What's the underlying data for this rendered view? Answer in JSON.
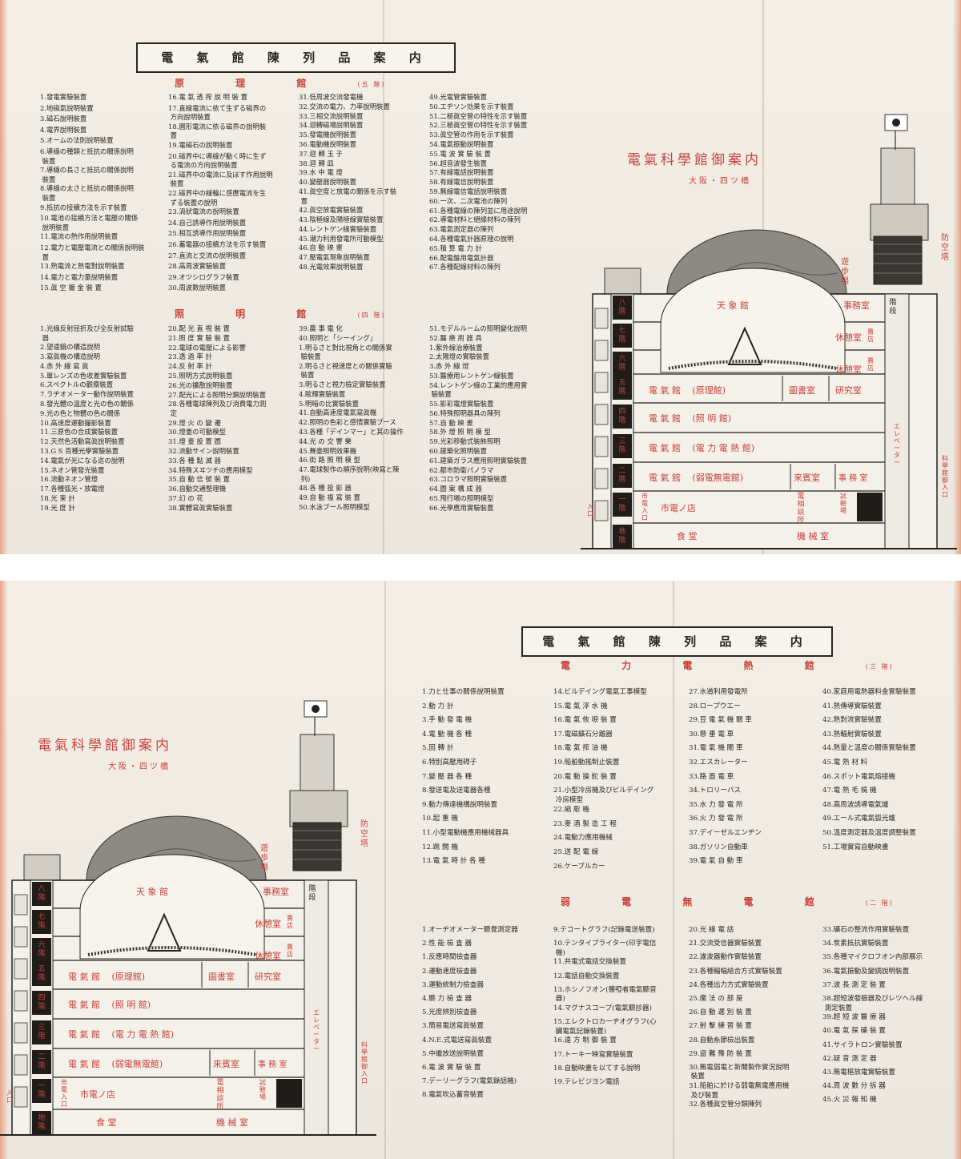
{
  "main_title": "電 氣 館 陳 列 品 案 内",
  "guide_title": "電氣科學館御案内",
  "guide_subtitle": "大阪・四ツ橋",
  "floor_tags": {
    "f5": "(五 階)",
    "f4": "(四 階)",
    "f3": "(三 階)",
    "f2": "(二 階)"
  },
  "sections_top": [
    {
      "name": "原 理 館",
      "columns": [
        [
          "1.發電實驗裝置",
          "2.地磁氣說明裝置",
          "3.磁石說明裝置",
          "4.電界說明裝置",
          "5.オームの法則說明裝置",
          "6.導線の種類と抵抗の關係說明\n 裝置",
          "7.導線の長さと抵抗の關係說明\n 裝置",
          "8.導線の太さと抵抗の關係說明\n 裝置",
          "9.抵抗の接續方法を示す裝置",
          "10.電池の接續方法と電壓の關係\n 說明裝置",
          "11.電流の熱作用說明裝置",
          "12.電力と電壓電流との關係說明裝\n 置",
          "13.熱電流と熱電對說明裝置",
          "14.電力と電力量說明裝置",
          "15.眞 空 鍍 金 裝 置"
        ],
        [
          "16.電 氣 透 搾 說 明 裝 置",
          "17.直線電流に依て生ずる磁界の\n 方向說明裝置",
          "18.圓形電流に依る磁界の說明裝\n 置",
          "19.電磁石の說明裝置",
          "20.磁界中に導線が動く時に生ず\n る電流の方向說明裝置",
          "21.磁界中の電流に及ぼす作用說明\n 裝置",
          "22.磁界中の線輪に感應電流を生\n ずる裝置の說明",
          "23.渦狀電流の說明裝置",
          "24.自己誘導作用說明裝置",
          "25.相互誘導作用說明裝置",
          "26.蓄電器の接續方法を示す裝置",
          "27.直流と交流の說明裝置",
          "28.高周波實驗裝置",
          "29.オツシログラフ裝置",
          "30.周波數說明裝置"
        ],
        [
          "31.低周波交流發電機",
          "32.交流の電力、力率說明裝置",
          "33.三相交流說明裝置",
          "34.迴轉磁場說明裝置",
          "35.發電機說明裝置",
          "36.電動機說明裝置",
          "37.迴 轉 玉 子",
          "38.迴 轉 皿",
          "39.水 中 電 燈",
          "40.變壓器說明裝置",
          "41.眞空度と放電の關係を示す裝\n 置",
          "42.眞空放電實驗裝置",
          "43.陰極線及陽極線實驗裝置",
          "44.レントゲン線實驗裝置",
          "45.潮力利用發電所可動模型",
          "46.自 動 映 畫",
          "47.壓電氣現象說明裝置",
          "48.光電效果說明裝置"
        ],
        [
          "49.光電管實驗裝置",
          "50.エヂソン効果を示す裝置",
          "51.二極眞空管の特性を示す裝置",
          "52.三極眞空管の特性を示す裝置",
          "53.眞空管の作用を示す裝置",
          "54.電氣振動說明裝置",
          "55.電 波 實 驗 裝 置",
          "56.超音波發生裝置",
          "57.有線電話說明裝置",
          "58.有線電信說明裝置",
          "59.無線電信電話說明裝置",
          "60.一次、二次電池の陳列",
          "61.各種電線の陳列並に用途說明",
          "62.導電材料と絕緣材料の陳列",
          "63.電氣測定器の陳列",
          "64.各種電氣計器原理の說明",
          "65.積 算 電 力 計",
          "66.配電盤用電氣計器",
          "67.各種配線材料の陳列"
        ]
      ]
    },
    {
      "name": "照 明 館",
      "columns": [
        [
          "1.光線反射屈折及び全反射試驗\n 器",
          "2.望遠鏡の構造說明",
          "3.寫眞機の構造說明",
          "4.赤 外 線 寫 眞",
          "5.單レンズの色收差實驗裝置",
          "6.スペクトルの觀察裝置",
          "7.ラヂオメーター動作說明裝置",
          "8.發光體の溫度と光の色の關係",
          "9.光の色と物體の色の關係",
          "10.高速度運動撮影裝置",
          "11.三原色の合成實驗裝置",
          "12.天然色活動寫眞說明裝置",
          "13.G S 百種光學實驗裝置",
          "14.電氣が光になる迄の說明",
          "15.ネオン管發光裝置",
          "16.流動ネオン管燈",
          "17.各種弧光・放電燈",
          "18.光 束 計",
          "19.光 度 計"
        ],
        [
          "20.配 光 直 視 裝 置",
          "21.照 度 實 驗 裝 置",
          "22.電球の電壓による影響",
          "23.透 過 率 計",
          "24.反 射 率 計",
          "25.照明方式說明裝置",
          "26.光の擴散說明裝置",
          "27.配光による照明分類說明裝置",
          "28.各種電球陳列及び消費電力測\n 定",
          "29.燈 火 の 變 遷",
          "30.燈臺の可動模型",
          "31.燈 臺 設 置 圖",
          "32.流動サイン說明裝置",
          "33.各 種 點 滅 器",
          "34.特殊スヰツチの應用模型",
          "35.自 動 信 號 裝 置",
          "36.自動交通整理機",
          "37.幻 の 花",
          "38.實體寫眞實驗裝置"
        ],
        [
          "39.農 事 電 化",
          "40.照明と「シーイング」",
          "1.明るさと對比視角との關係實\n 驗裝置",
          "2.明るさと視速度との關係實驗\n 裝置",
          "3.明るさと視力檢定實驗裝置",
          "4.眩輝實驗裝置",
          "5.明暗の比實驗裝置",
          "41.自動高速度電氣寫眞機",
          "42.照明の色彩と感情實驗ブース",
          "43.各種「デインマー」と其の操作",
          "44.光 の 交 響 樂",
          "45.舞臺照明效果機",
          "46.街 路 照 明 模 型",
          "47.電球製作の順序說明(映寫と陳\n 列)",
          "48.各 種 投 影 器",
          "49.自 動 複 寫 裝 置",
          "50.水泳プール照明模型"
        ],
        [
          "51.モデルルームの照明變化說明",
          "52.醫 療 用 器 具",
          "1.紫外線治療裝置",
          "2.太陽燈の實驗裝置",
          "3.赤 外 線 燈",
          "53.醫療用レントゲン線裝置",
          "54.レントゲン線の工業的應用實\n 驗裝置",
          "55.影彩電燈實驗裝置",
          "56.特殊照明器具の陳列",
          "57.自 動 映 畫",
          "58.外 燈 照 明 模 型",
          "59.光彩移動式裝飾照明",
          "60.建築化照明裝置",
          "61.建築ガラス應用照明實驗裝置",
          "62.都市防衛パノラマ",
          "63.コロラマ照明實驗裝置",
          "64.圖 案 構 成 器",
          "65.飛行場の照明模型",
          "66.光學應用實驗裝置"
        ]
      ]
    }
  ],
  "sections_bottom": [
    {
      "name": "電 力 電 熱 館",
      "columns": [
        [
          "1.力と仕事の關係說明裝置",
          "2.動 力 計",
          "3.手 動 發 電 機",
          "4.電 動 機 各 種",
          "5.回 轉 計",
          "6.特別高壓用碍子",
          "7.變 壓 器 各 種",
          "8.發送電及送電器各種",
          "9.動力傳達機構說明裝置",
          "10.起 重 機",
          "11.小型電動機應用機械器具",
          "12.跳 開 機",
          "13.電 氣 時 計 各 種"
        ],
        [
          "14.ビルデイング電氣工事模型",
          "15.電 氣 浮 水 機",
          "16.電 氣 攸 唳 裝 置",
          "17.電磁鑛石分離器",
          "18.電 氣 搾 油 機",
          "19.船舶動搖制止裝置",
          "20.電 動 操 舵 裝 置",
          "21.小型冷房機及びビルデイング\n 冷房模型",
          "22.縮 彫 機",
          "23.麥 酒 製 造 工 程",
          "24.電動力應用機械",
          "25.送 配 電 線",
          "26.ケーブルカー"
        ],
        [
          "27.水道利用發電所",
          "28.ロープウエー",
          "29.豆 電 氣 機 關 車",
          "30.懸 垂 電 車",
          "31.電 氣 機 關 車",
          "32.エスカレーター",
          "33.路 面 電 車",
          "34.トロリーバス",
          "35.水 力 發 電 所",
          "36.火 力 發 電 所",
          "37.デイーゼルエンヂン",
          "38.ガソリン自動車",
          "39.電 氣 自 動 車"
        ],
        [
          "40.家庭用電熱器料金實驗裝置",
          "41.熱傳導實驗裝置",
          "42.熱對流實驗裝置",
          "43.熱輻射實驗裝置",
          "44.熱量と溫度の關係實驗裝置",
          "45.電 熱 材 料",
          "46.スポット電氣熔接機",
          "47.電 熱 毛 燒 機",
          "48.高周波誘導電氣爐",
          "49.エール式電氣弧光爐",
          "50.溫度測定器及溫度調整裝置",
          "51.工場實寫自動映畫"
        ]
      ]
    },
    {
      "name": "弱 電 無 電 館",
      "columns": [
        [
          "1.オーヂオメーター聽覺測定器",
          "2.性 能 檢 査 器",
          "1.反應時間檢査器",
          "2.運動速度檢査器",
          "3.運動統制力檢査器",
          "4.聽 力 檢 査 器",
          "5.光度辨別檢査器",
          "3.簡易電送寫眞裝置",
          "4.N.E.式電送寫眞裝置",
          "5.中繼放送說明裝置",
          "6.電 波 實 驗 裝 置",
          "7.デーリーグラフ(電氣錄話機)",
          "8.電氣吹込蓄音裝置"
        ],
        [
          "9.テコートグラフ(記錄電送裝置)",
          "10.テンタイプライター(印字電信\n 機)",
          "11.共電式電話交換裝置",
          "12.電話自動交換裝置",
          "13.ホシノフオン(聾啞者電氣聽音\n 器)",
          "14.マグナスコーブ(電氣聽診器)",
          "15.エレクトロカーヂオグラフ(心\n 臟電氣記錄裝置)",
          "16.遠 方 制 御 裝 置",
          "17.トーキー映寫實驗裝置",
          "18.自動映畫を以てする說明",
          "19.テレビジヨン電話"
        ],
        [
          "20.光 線 電 話",
          "21.交流受信器實驗裝置",
          "22.濾波器動作實驗裝置",
          "23.各種輻幅結合方式實驗裝置",
          "24.各種出力方式實驗裝置",
          "25.魔 法 の 部 屋",
          "26.自 動 選 別 裝 置",
          "27.射 擊 練 習 裝 置",
          "28.自動糸節檢出裝置",
          "29.盜 難 豫 防 裝 置",
          "30.無電弱電と新聞製作實況說明\n 裝置",
          "31.船舶に於ける弱電無電應用機\n 及び裝置",
          "32.各種眞空管分類陳列"
        ],
        [
          "33.礦石の整流作用實驗裝置",
          "34.炭素抵抗實驗裝置",
          "35.各種マイクロフオン內部展示",
          "36.電氣振動及變調說明裝置",
          "37.波 長 測 定 裝 置",
          "38.超短波發振器及びレツヘル線\n 測定裝置",
          "39.超 短 波 醫 療 器",
          "40.電 氣 探 礦 裝 置",
          "41.サイラトロン實驗裝置",
          "42.疑 音 測 定 器",
          "43.無電樞放電實驗裝置",
          "44.周 波 數 分 拆 器",
          "45.火 災 報 知 機"
        ]
      ]
    }
  ],
  "building": {
    "floors": [
      "八階",
      "七階",
      "六階",
      "五階",
      "四階",
      "三階",
      "二階",
      "一階",
      "地階"
    ],
    "stairs": "階段",
    "rooms": {
      "tenshokan": "天 象 館",
      "office": "事務室",
      "lounge": "休憩室",
      "shop": "賣店",
      "genri": "電 氣 館 　(原理館)",
      "library": "圖書室",
      "research": "研究室",
      "shomei": "電 氣 館 　(照 明 館)",
      "denryoku": "電 氣 館 　(電 力 電 熱 館)",
      "jakuden": "電 氣 館 　(弱電無電館)",
      "guest": "来賓室",
      "office2": "事 務 室",
      "store": "市電ノ店",
      "consult": "電相談所",
      "testing": "試驗場",
      "entrance": "御入口",
      "shiden_entrance": "市電入口",
      "dining": "食 堂",
      "machine": "機 械 室",
      "promenade": "遊歩場",
      "airdef": "防空塔",
      "side_entrance": "入口",
      "side_right": "科學館御入口",
      "elevator": "エレベーター"
    }
  },
  "colors": {
    "accent_red": "#c8423a",
    "ink": "#2a2522",
    "paper": "#f0ece4",
    "edge": "#e9a586"
  }
}
